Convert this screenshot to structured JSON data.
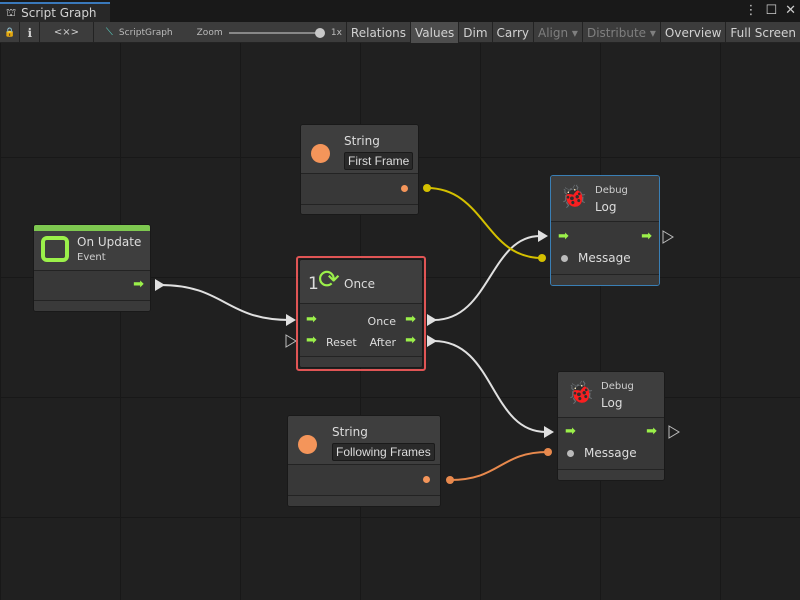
{
  "window": {
    "tab_title": "Script Graph",
    "controls": [
      "⋮",
      "☐",
      "✕"
    ]
  },
  "toolbar": {
    "lock": "🔒",
    "info": "ℹ",
    "code": "<×>",
    "graph_name": "ScriptGraph",
    "zoom_label": "Zoom",
    "zoom_value": "1x",
    "zoom_level": 1.0,
    "buttons": [
      {
        "label": "Relations",
        "active": false
      },
      {
        "label": "Values",
        "active": true
      },
      {
        "label": "Dim",
        "active": false
      },
      {
        "label": "Carry",
        "active": false
      },
      {
        "label": "Align ▾",
        "disabled": true
      },
      {
        "label": "Distribute ▾",
        "disabled": true
      },
      {
        "label": "Overview"
      },
      {
        "label": "Full Screen"
      }
    ]
  },
  "colors": {
    "flow": "#9bf04a",
    "string_port": "#d4c000",
    "string2_port": "#e8894d",
    "selected_border": "#e05555",
    "debug_icon": "#f0643c",
    "event_bar": "#7ec850"
  },
  "nodes": {
    "on_update": {
      "title": "On Update",
      "subtitle": "Event"
    },
    "string1": {
      "title": "String",
      "value": "First Frame"
    },
    "once": {
      "title": "Once",
      "icon_number": "1",
      "out_once": "Once",
      "in_reset": "Reset",
      "out_after": "After"
    },
    "log1": {
      "category": "Debug",
      "title": "Log",
      "message": "Message"
    },
    "log2": {
      "category": "Debug",
      "title": "Log",
      "message": "Message"
    },
    "string2": {
      "title": "String",
      "value": "Following Frames"
    }
  }
}
